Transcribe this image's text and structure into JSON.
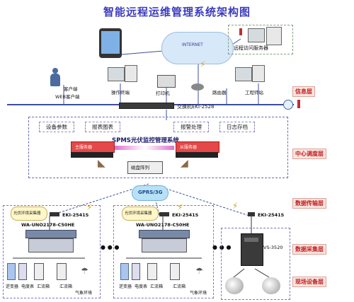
{
  "title": "智能远程运维管理系统架构图",
  "layers": {
    "info": "信息层",
    "center": "中心调度层",
    "transfer": "数据传输层",
    "collect": "数据采集层",
    "field": "现场设备层"
  },
  "info_layer": {
    "internet": "INTERNET",
    "remote_server": "远程访问服务器",
    "client": "客户端",
    "web_client": "WEB客户端",
    "op_terminal": "操作终端",
    "printer": "打印机",
    "router": "路由器",
    "engineer": "工程师站",
    "switch": "交换机EKI-2528"
  },
  "center_layer": {
    "cells": [
      "设备参数",
      "报表图表",
      "报警处理",
      "日志存档"
    ],
    "system": "SPMS光伏监控管理系统",
    "main_server": "主服务器",
    "backup_server": "从服务器",
    "disk_array": "磁盘阵列"
  },
  "transfer_layer": {
    "gprs": "GPRS/3G",
    "eki_left": "EKI-2541S",
    "eki_mid": "EKI-2541S",
    "eki_right": "EKI-2541S"
  },
  "collect_layer": {
    "bubble_left": "光伏环境采集器",
    "bubble_mid": "光伏环境采集器",
    "wa_left": "WA-UNO2178-C50HE",
    "wa_mid": "WA-UNO2178-C50HE",
    "dots": "● ● ●",
    "vs": "VS-3520"
  },
  "field_layer": {
    "left_labels": [
      "逆变器",
      "电度表",
      "汇流箱",
      "汇流箱"
    ],
    "left_env": "气象环境",
    "mid_labels": [
      "逆变器",
      "电度表",
      "汇流箱",
      "汇流箱"
    ],
    "mid_env": "气象环境"
  }
}
